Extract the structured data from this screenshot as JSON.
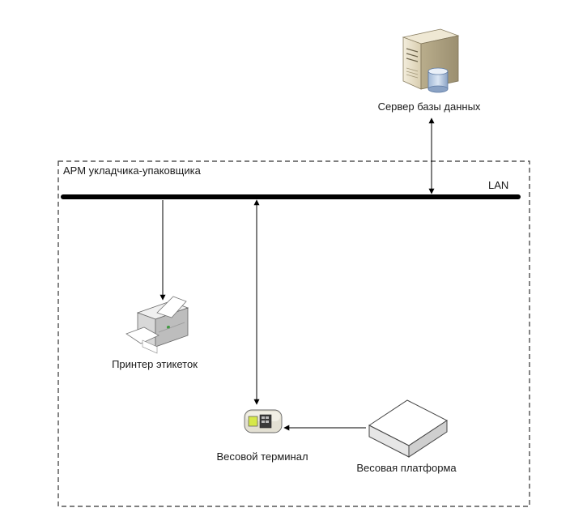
{
  "group": {
    "label": "АРМ укладчика-упаковщика"
  },
  "network": {
    "label": "LAN"
  },
  "nodes": {
    "db_server": {
      "label": "Сервер базы данных",
      "icon": "database-server-icon"
    },
    "label_printer": {
      "label": "Принтер этикеток",
      "icon": "printer-icon"
    },
    "weight_terminal": {
      "label": "Весовой терминал",
      "icon": "weighing-terminal-icon"
    },
    "weight_platform": {
      "label": "Весовая платформа",
      "icon": "weighing-platform-icon"
    }
  }
}
